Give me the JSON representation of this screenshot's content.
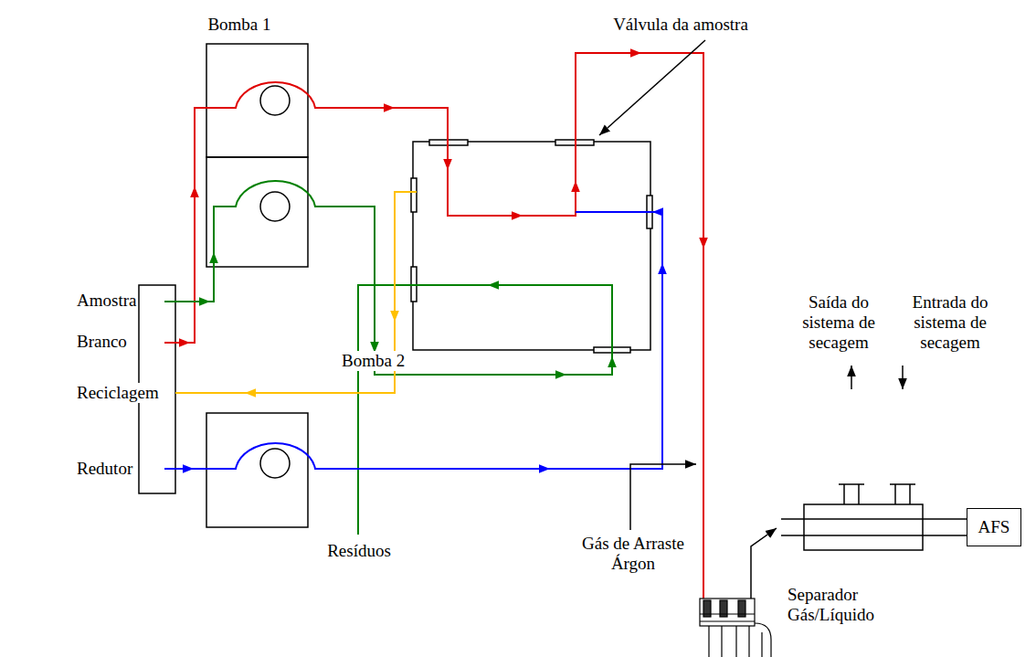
{
  "diagram": {
    "nodes": [
      {
        "text": [
          "AFS"
        ]
      }
    ],
    "labels": [
      "Bomba 1",
      "Válvula da amostra",
      "Amostra",
      "Branco",
      "Bomba 2",
      "Reciclagem",
      "Redutor",
      "Resíduos",
      "Gás de Arraste Árgon",
      "Saída do sistema de secagem",
      "Entrada do sistema de secagem",
      "Separador Gás/Líquido"
    ]
  }
}
